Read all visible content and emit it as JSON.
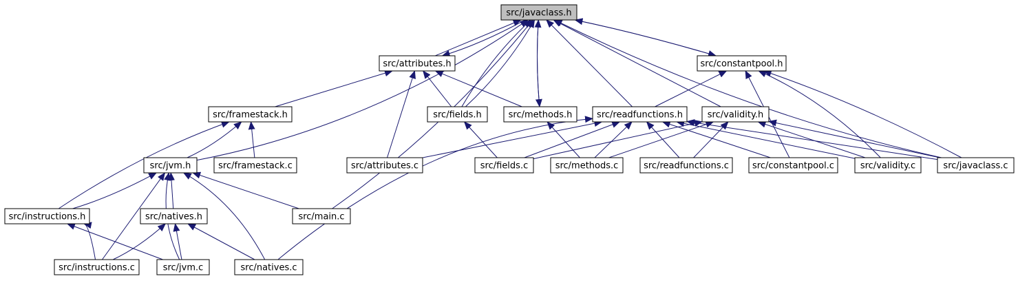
{
  "diagram": {
    "colors": {
      "edge": "#191970",
      "node_fill": "#ffffff",
      "node_highlight_fill": "#bfbfbf",
      "node_border": "#000000"
    },
    "nodes": [
      {
        "id": "javaclass_h",
        "label": "src/javaclass.h",
        "highlight": true
      },
      {
        "id": "attributes_h",
        "label": "src/attributes.h"
      },
      {
        "id": "constantpool_h",
        "label": "src/constantpool.h"
      },
      {
        "id": "framestack_h",
        "label": "src/framestack.h"
      },
      {
        "id": "fields_h",
        "label": "src/fields.h"
      },
      {
        "id": "methods_h",
        "label": "src/methods.h"
      },
      {
        "id": "readfunctions_h",
        "label": "src/readfunctions.h"
      },
      {
        "id": "validity_h",
        "label": "src/validity.h"
      },
      {
        "id": "jvm_h",
        "label": "src/jvm.h"
      },
      {
        "id": "framestack_c",
        "label": "src/framestack.c"
      },
      {
        "id": "attributes_c",
        "label": "src/attributes.c"
      },
      {
        "id": "fields_c",
        "label": "src/fields.c"
      },
      {
        "id": "methods_c",
        "label": "src/methods.c"
      },
      {
        "id": "readfunctions_c",
        "label": "src/readfunctions.c"
      },
      {
        "id": "constantpool_c",
        "label": "src/constantpool.c"
      },
      {
        "id": "validity_c",
        "label": "src/validity.c"
      },
      {
        "id": "javaclass_c",
        "label": "src/javaclass.c"
      },
      {
        "id": "instructions_h",
        "label": "src/instructions.h"
      },
      {
        "id": "natives_h",
        "label": "src/natives.h"
      },
      {
        "id": "main_c",
        "label": "src/main.c"
      },
      {
        "id": "instructions_c",
        "label": "src/instructions.c"
      },
      {
        "id": "jvm_c",
        "label": "src/jvm.c"
      },
      {
        "id": "natives_c",
        "label": "src/natives.c"
      }
    ],
    "edges": [
      {
        "from": "attributes_h",
        "to": "javaclass_h"
      },
      {
        "from": "javaclass_h",
        "to": "attributes_h"
      },
      {
        "from": "constantpool_h",
        "to": "javaclass_h"
      },
      {
        "from": "javaclass_h",
        "to": "constantpool_h"
      },
      {
        "from": "fields_h",
        "to": "javaclass_h"
      },
      {
        "from": "fields_h",
        "to": "javaclass_h"
      },
      {
        "from": "methods_h",
        "to": "javaclass_h"
      },
      {
        "from": "javaclass_h",
        "to": "methods_h"
      },
      {
        "from": "readfunctions_h",
        "to": "javaclass_h"
      },
      {
        "from": "validity_h",
        "to": "javaclass_h"
      },
      {
        "from": "jvm_h",
        "to": "javaclass_h"
      },
      {
        "from": "main_c",
        "to": "javaclass_h"
      },
      {
        "from": "javaclass_c",
        "to": "javaclass_h"
      },
      {
        "from": "framestack_h",
        "to": "attributes_h"
      },
      {
        "from": "fields_h",
        "to": "attributes_h"
      },
      {
        "from": "methods_h",
        "to": "attributes_h"
      },
      {
        "from": "attributes_c",
        "to": "attributes_h"
      },
      {
        "from": "readfunctions_h",
        "to": "constantpool_h"
      },
      {
        "from": "constantpool_c",
        "to": "constantpool_h"
      },
      {
        "from": "validity_c",
        "to": "constantpool_h"
      },
      {
        "from": "javaclass_c",
        "to": "constantpool_h"
      },
      {
        "from": "jvm_h",
        "to": "framestack_h"
      },
      {
        "from": "framestack_c",
        "to": "framestack_h"
      },
      {
        "from": "instructions_h",
        "to": "framestack_h"
      },
      {
        "from": "fields_c",
        "to": "fields_h"
      },
      {
        "from": "methods_c",
        "to": "methods_h"
      },
      {
        "from": "attributes_c",
        "to": "readfunctions_h"
      },
      {
        "from": "fields_c",
        "to": "readfunctions_h"
      },
      {
        "from": "methods_c",
        "to": "readfunctions_h"
      },
      {
        "from": "readfunctions_c",
        "to": "readfunctions_h"
      },
      {
        "from": "constantpool_c",
        "to": "readfunctions_h"
      },
      {
        "from": "validity_c",
        "to": "readfunctions_h"
      },
      {
        "from": "javaclass_c",
        "to": "readfunctions_h"
      },
      {
        "from": "natives_c",
        "to": "readfunctions_h"
      },
      {
        "from": "fields_c",
        "to": "validity_h"
      },
      {
        "from": "methods_c",
        "to": "validity_h"
      },
      {
        "from": "readfunctions_c",
        "to": "validity_h"
      },
      {
        "from": "validity_c",
        "to": "validity_h"
      },
      {
        "from": "javaclass_c",
        "to": "validity_h"
      },
      {
        "from": "instructions_h",
        "to": "jvm_h"
      },
      {
        "from": "natives_h",
        "to": "jvm_h"
      },
      {
        "from": "main_c",
        "to": "jvm_h"
      },
      {
        "from": "instructions_c",
        "to": "jvm_h"
      },
      {
        "from": "jvm_c",
        "to": "jvm_h"
      },
      {
        "from": "natives_c",
        "to": "jvm_h"
      },
      {
        "from": "instructions_c",
        "to": "instructions_h"
      },
      {
        "from": "jvm_c",
        "to": "instructions_h"
      },
      {
        "from": "instructions_c",
        "to": "natives_h"
      },
      {
        "from": "jvm_c",
        "to": "natives_h"
      },
      {
        "from": "natives_c",
        "to": "natives_h"
      }
    ]
  }
}
